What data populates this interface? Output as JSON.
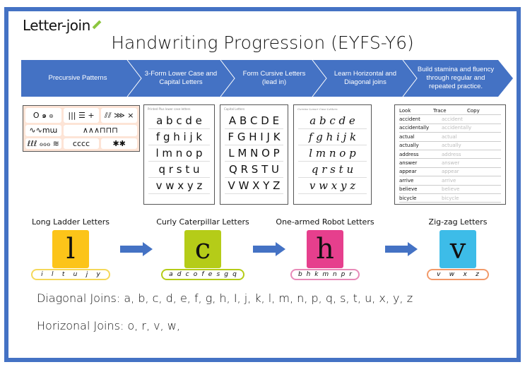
{
  "logo": "Letter-join",
  "title": "Handwriting Progression (EYFS-Y6)",
  "stages": [
    "Precursive Patterns",
    "3-Form Lower Case and Capital Letters",
    "Form Cursive Letters (lead in)",
    "Learn Horizontal and Diagonal joins",
    "Build stamina and fluency through regular and repeated practice."
  ],
  "colors": {
    "accent": "#4472c4",
    "ladder": "#fcc419",
    "caterpillar": "#b5cc18",
    "robot": "#e63f8d",
    "zigzag": "#3dbce8"
  },
  "patterns": [
    "O ๑ ၜ",
    "||| ☰ +",
    "⫽⫽ ⋙ ×",
    "∿∿mɯ",
    "∧∧∧⊓⊓⊓",
    "ℓℓℓ ℴℴℴ ≋",
    "cccc",
    "✱✱"
  ],
  "printed": {
    "header": "Printed Plus lower case letters",
    "rows": [
      "a b c d e",
      "f g h i j k",
      "l m n o p",
      "q r s t u",
      "v w x y z"
    ]
  },
  "capitals": {
    "header": "Capital Letters",
    "rows": [
      "A B C D E",
      "F G H I J K",
      "L M N O P",
      "Q R S T U",
      "V W X Y Z"
    ]
  },
  "cursive": {
    "header": "Cursive Lower Case Letters",
    "rows": [
      "a b c d e",
      "f g h i j k",
      "l m n o p",
      "q r s t u",
      "v w x y z"
    ]
  },
  "wordsheet": {
    "headers": [
      "Look",
      "Trace",
      "Copy"
    ],
    "words": [
      "accident",
      "accidentally",
      "actual",
      "actually",
      "address",
      "answer",
      "appear",
      "arrive",
      "believe",
      "bicycle"
    ]
  },
  "groups": [
    {
      "label": "Long Ladder Letters",
      "glyph": "l",
      "letters": [
        "i",
        "l",
        "t",
        "u",
        "j",
        "y"
      ]
    },
    {
      "label": "Curly Caterpillar Letters",
      "glyph": "c",
      "letters": [
        "a",
        "d",
        "c",
        "o",
        "f",
        "e",
        "s",
        "g",
        "q"
      ]
    },
    {
      "label": "One-armed Robot Letters",
      "glyph": "h",
      "letters": [
        "b",
        "h",
        "k",
        "m",
        "n",
        "p",
        "r"
      ]
    },
    {
      "label": "Zig-zag Letters",
      "glyph": "v",
      "letters": [
        "v",
        "w",
        "x",
        "z"
      ]
    }
  ],
  "diagonal": "Diagonal Joins: a, b, c, d, e, f, g, h, I, j, k, l, m, n, p, q, s, t, u, x, y, z",
  "horizontal": "Horizonal Joins: o, r, v, w,"
}
